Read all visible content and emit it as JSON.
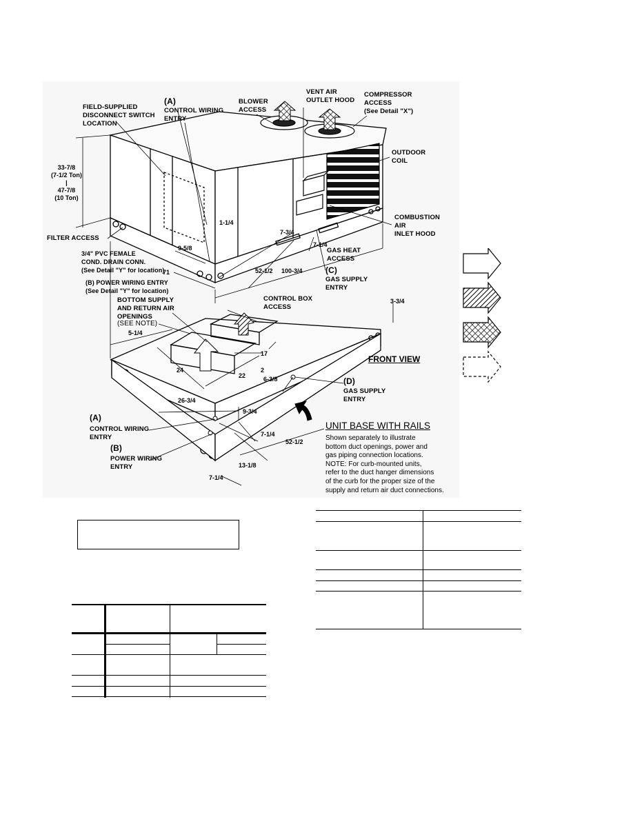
{
  "main_drawing": {
    "labels": {
      "field_supplied_disconnect": "FIELD-SUPPLIED\nDISCONNECT SWITCH\nLOCATION",
      "a_top_marker": "(A)",
      "control_wiring_entry_top": "CONTROL WIRING\nENTRY",
      "blower_access": "BLOWER\nACCESS",
      "vent_air_outlet_hood": "VENT AIR\nOUTLET HOOD",
      "compressor_access": "COMPRESSOR\nACCESS\n(See Detail \"X\")",
      "outdoor_coil": "OUTDOOR\nCOIL",
      "combustion_air_inlet_hood": "COMBUSTION\nAIR\nINLET HOOD",
      "filter_access": "FILTER ACCESS",
      "pvc_drain": "3/4\" PVC FEMALE\nCOND. DRAIN CONN.\n(See Detail \"Y\" for location)",
      "power_wiring_entry_top": "(B) POWER WIRING ENTRY\n(See Detail \"Y\" for location)",
      "gas_heat_access": "GAS HEAT\nACCESS",
      "c_marker": "(C)",
      "gas_supply_entry_top": "GAS SUPPLY\nENTRY",
      "control_box_access": "CONTROL BOX\nACCESS",
      "bottom_supply_return": "BOTTOM SUPPLY\nAND RETURN AIR\nOPENINGS",
      "see_note": "(SEE NOTE)",
      "front_view": "FRONT VIEW",
      "d_marker": "(D)",
      "gas_supply_entry_bottom": "GAS SUPPLY\nENTRY",
      "a_bottom_marker": "(A)",
      "control_wiring_entry_bottom": "CONTROL WIRING\nENTRY",
      "b_bottom_marker": "(B)",
      "power_wiring_entry_bottom": "POWER WIRING\nENTRY",
      "unit_base_with_rails": "UNIT BASE WITH RAILS",
      "base_note": "Shown separately to illustrate\nbottom duct openings, power and\ngas piping connection locations.\nNOTE: For curb-mounted units,\nrefer to the duct hanger dimensions\nof the curb for the proper size of the\nsupply and return air duct connections."
    },
    "dimensions": {
      "height_75": "33-7/8\n(7-1/2 Ton)\n|\n47-7/8\n(10 Ton)",
      "d_1_14": "1-1/4",
      "d_9_58": "9-5/8",
      "d_7_34": "7-3/4",
      "d_7_14_top": "7-1/4",
      "d_71": "71",
      "d_52_12_top": "52-1/2",
      "d_100_34": "100-3/4",
      "d_3_34": "3-3/4",
      "d_5_14": "5-1/4",
      "d_17": "17",
      "d_24": "24",
      "d_22": "22",
      "d_2": "2",
      "d_6_38": "6-3/8",
      "d_26_34": "26-3/4",
      "d_9_34": "9-3/4",
      "d_7_14_mid": "7-1/4",
      "d_52_12_bottom": "52-1/2",
      "d_13_18": "13-1/8",
      "d_7_14_bottom": "7-1/4"
    }
  },
  "legend": {
    "icons": [
      "outline-arrow-icon",
      "hatched-arrow-icon",
      "crosshatched-arrow-icon",
      "dashed-arrow-icon"
    ]
  }
}
